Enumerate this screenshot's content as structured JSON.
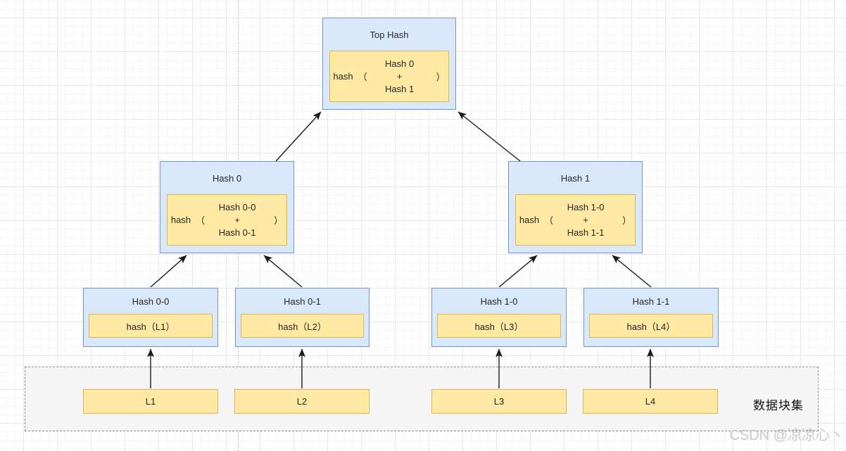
{
  "tree": {
    "top": {
      "title": "Top Hash",
      "func": "hash",
      "open": "（",
      "arg1": "Hash 0",
      "op": "+",
      "arg2": "Hash 1",
      "close": "）"
    },
    "level1": [
      {
        "title": "Hash 0",
        "func": "hash",
        "open": "（",
        "arg1": "Hash 0-0",
        "op": "+",
        "arg2": "Hash 0-1",
        "close": "）"
      },
      {
        "title": "Hash 1",
        "func": "hash",
        "open": "（",
        "arg1": "Hash 1-0",
        "op": "+",
        "arg2": "Hash 1-1",
        "close": "）"
      }
    ],
    "level2": [
      {
        "title": "Hash 0-0",
        "formula": "hash（L1）"
      },
      {
        "title": "Hash 0-1",
        "formula": "hash（L2）"
      },
      {
        "title": "Hash 1-0",
        "formula": "hash（L3）"
      },
      {
        "title": "Hash 1-1",
        "formula": "hash（L4）"
      }
    ],
    "blocks": [
      "L1",
      "L2",
      "L3",
      "L4"
    ],
    "container_label": "数据块集"
  },
  "watermark": {
    "text": "CSDN @凉凉心丶"
  },
  "colors": {
    "node_fill": "#dae8fc",
    "node_border": "#6f97cd",
    "inner_fill": "#ffe9a3",
    "inner_border": "#d6b656",
    "container_fill": "#f5f5f5",
    "container_border": "#8f8f8f",
    "arrow": "#1a1a1a",
    "watermark_text": "#c9c9c9"
  }
}
